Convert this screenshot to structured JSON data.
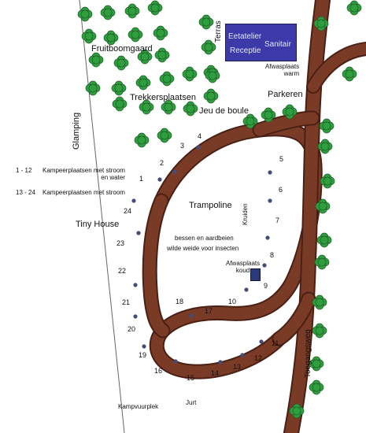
{
  "labels": {
    "fruitboomgaard": "Fruitboomgaard",
    "trekkersplaatsen": "Trekkersplaatsen",
    "jeu_de_boule": "Jeu de boule",
    "parkeren": "Parkeren",
    "glamping": "Glamping",
    "tiny_house": "Tiny House",
    "terras": "Terras",
    "afwasplaats_warm": "Afwasplaats\nwarm",
    "afwasplaats_koud": "Afwasplaats\nkoud",
    "trampoline": "Trampoline",
    "kruiden": "Kruiden",
    "bessen": "bessen en aardbeien",
    "wilde_weide": "wilde weide voor insecten",
    "kampvuurplek": "Kampvuurplek",
    "jurt": "Jurt",
    "toegangsweg": "Toegangsweg"
  },
  "building": {
    "eetatelier": "Eetatelier",
    "sanitair": "Sanitair",
    "receptie": "Receptie"
  },
  "legend": {
    "range1": "1 - 12",
    "text1": "Kampeerplaatsen met stroom\nen water",
    "range2": "13 - 24",
    "text2": "Kampeerplaatsen met stroom"
  },
  "pitches": [
    "1",
    "2",
    "3",
    "4",
    "5",
    "6",
    "7",
    "8",
    "9",
    "10",
    "11",
    "12",
    "13",
    "14",
    "15",
    "16",
    "17",
    "18",
    "19",
    "20",
    "21",
    "22",
    "23",
    "24"
  ],
  "colors": {
    "road": "#7a3b26",
    "road_edge": "#4a2014",
    "tree": "#2f9e3f",
    "tree_dark": "#1d5e25",
    "dot": "#444d7a",
    "building": "#3b3aa8"
  }
}
